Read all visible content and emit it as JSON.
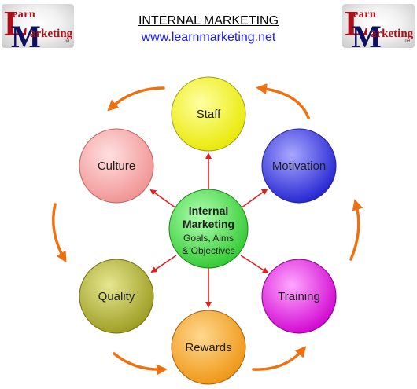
{
  "header": {
    "title": "INTERNAL MARKETING",
    "url": "www.learnmarketing.net"
  },
  "logo": {
    "big_l": "L",
    "learn": "earn",
    "big_m": "M",
    "arketing": "arketing",
    "ltd": "ltd"
  },
  "center": {
    "line1": "Internal",
    "line2": "Marketing",
    "line3": "Goals, Aims",
    "line4": "& Objectives",
    "color": "#3fd43f"
  },
  "nodes": {
    "staff": {
      "label": "Staff",
      "color": "#f0f020"
    },
    "motivation": {
      "label": "Motivation",
      "color": "#3f3fe0"
    },
    "training": {
      "label": "Training",
      "color": "#e020e0"
    },
    "rewards": {
      "label": "Rewards",
      "color": "#f0a020"
    },
    "quality": {
      "label": "Quality",
      "color": "#a8a830"
    },
    "culture": {
      "label": "Culture",
      "color": "#f0a0a0"
    }
  },
  "colors": {
    "spoke_arrow": "#e02020",
    "cycle_arrow": "#f07010"
  }
}
